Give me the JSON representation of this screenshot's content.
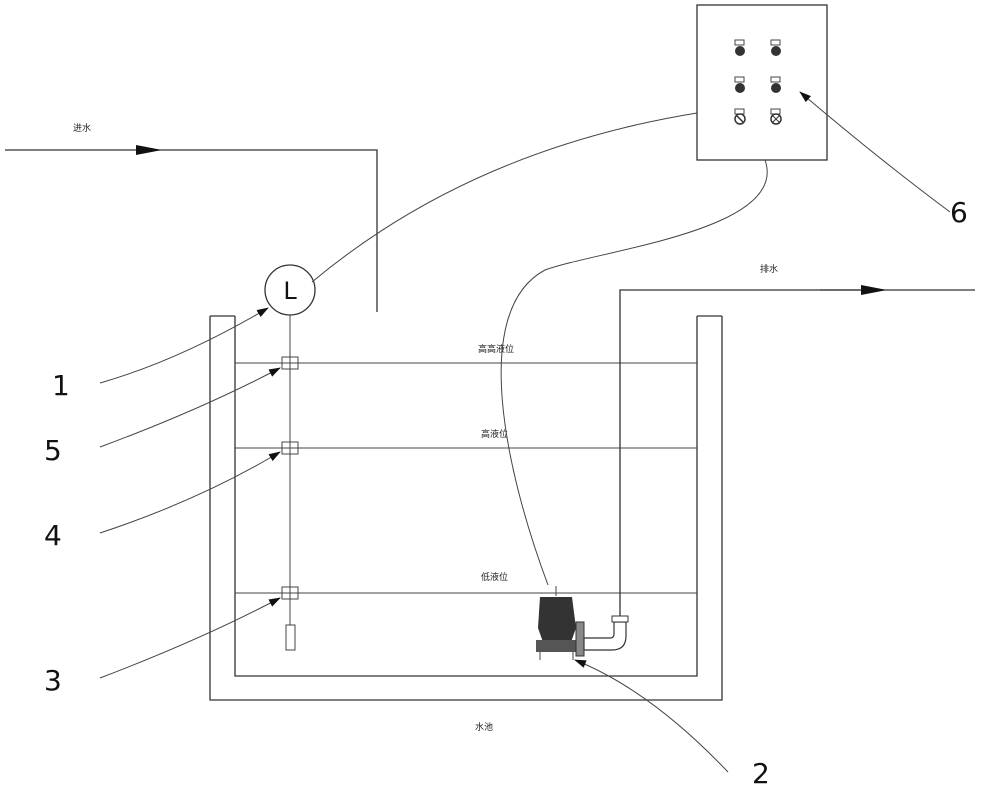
{
  "labels": {
    "inlet": "进水",
    "outlet": "排水",
    "high_high_level": "高高液位",
    "high_level": "高液位",
    "low_level": "低液位",
    "tank": "水池",
    "level_meter_symbol": "L"
  },
  "callouts": [
    "1",
    "5",
    "4",
    "3",
    "6",
    "2"
  ]
}
